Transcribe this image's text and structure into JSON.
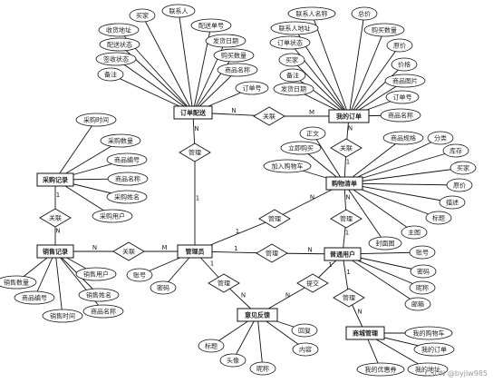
{
  "entities": {
    "order_dispatch": "订单配送",
    "my_orders": "我的订单",
    "cart": "购物清单",
    "purchase_record": "采购记录",
    "sales_record": "销售记录",
    "admin": "管理员",
    "normal_user": "普通用户",
    "feedback": "意见反馈",
    "mall_mgmt": "商城管理"
  },
  "relationships": {
    "order_dispatch_my_orders": "关联",
    "admin_order_dispatch": "管理",
    "my_orders_cart": "关联",
    "admin_cart": "管理",
    "normal_user_cart": "管理",
    "purchase_sales": "关联",
    "sales_admin": "关联",
    "admin_normal_user": "管理",
    "admin_feedback": "管理",
    "normal_user_feedback": "提交",
    "normal_user_mall": "管理"
  },
  "attributes": {
    "order_dispatch": [
      "买家",
      "联系人",
      "收货地址",
      "配送单号",
      "配送状态",
      "发货日期",
      "签收状态",
      "购买数量",
      "备注",
      "商品名称",
      "订单号"
    ],
    "my_orders": [
      "联系人名称",
      "总价",
      "联系人地址",
      "购买数量",
      "订单状态",
      "原价",
      "买家",
      "价格",
      "备注",
      "商品图片",
      "发货日期",
      "订单号",
      "商品名称"
    ],
    "cart": [
      "正文",
      "立即购买",
      "加入购物车",
      "商品规格",
      "分类",
      "库存",
      "买家",
      "原价",
      "描述",
      "标题",
      "主图",
      "封面图"
    ],
    "purchase_record": [
      "采购时间",
      "采购数量",
      "商品编号",
      "商品名称",
      "采购姓名",
      "采购用户"
    ],
    "sales_record": [
      "销售数量",
      "商品编号",
      "销售时间",
      "销售用户",
      "销售姓名",
      "商品名称"
    ],
    "admin": [
      "账号",
      "密码"
    ],
    "normal_user": [
      "账号",
      "密码",
      "昵称",
      "邮箱"
    ],
    "feedback": [
      "回复",
      "内容",
      "标题",
      "头像",
      "昵称"
    ],
    "mall_mgmt": [
      "我的购物车",
      "我的订单",
      "我的优惠券",
      "我的地址"
    ]
  },
  "cardinality": {
    "one": "1",
    "many": "M",
    "n": "N"
  },
  "watermark": "CSDN @byjlw985"
}
